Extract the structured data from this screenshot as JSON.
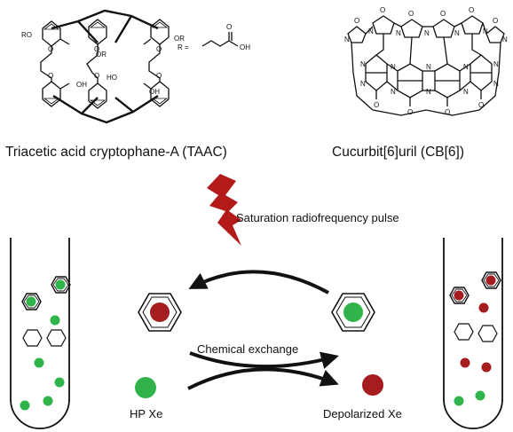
{
  "taac": {
    "label": "Triacetic acid cryptophane-A (TAAC)",
    "group_ro": "RO",
    "group_or": "OR",
    "atom_o": "O",
    "atom_oh": "OH",
    "atom_ho": "HO",
    "r_definition": "R ="
  },
  "cb6": {
    "label": "Cucurbit[6]uril (CB[6])",
    "atom_n": "N",
    "atom_o": "O"
  },
  "pulse": {
    "label": "Saturation radiofrequency pulse"
  },
  "exchange": {
    "label": "Chemical exchange",
    "hp_xe_label": "HP Xe",
    "depolarized_label": "Depolarized Xe"
  },
  "colors": {
    "polarized": "#2fb34a",
    "depolarized": "#a51d1f",
    "bolt": "#b31b1b",
    "ink": "#111111"
  }
}
